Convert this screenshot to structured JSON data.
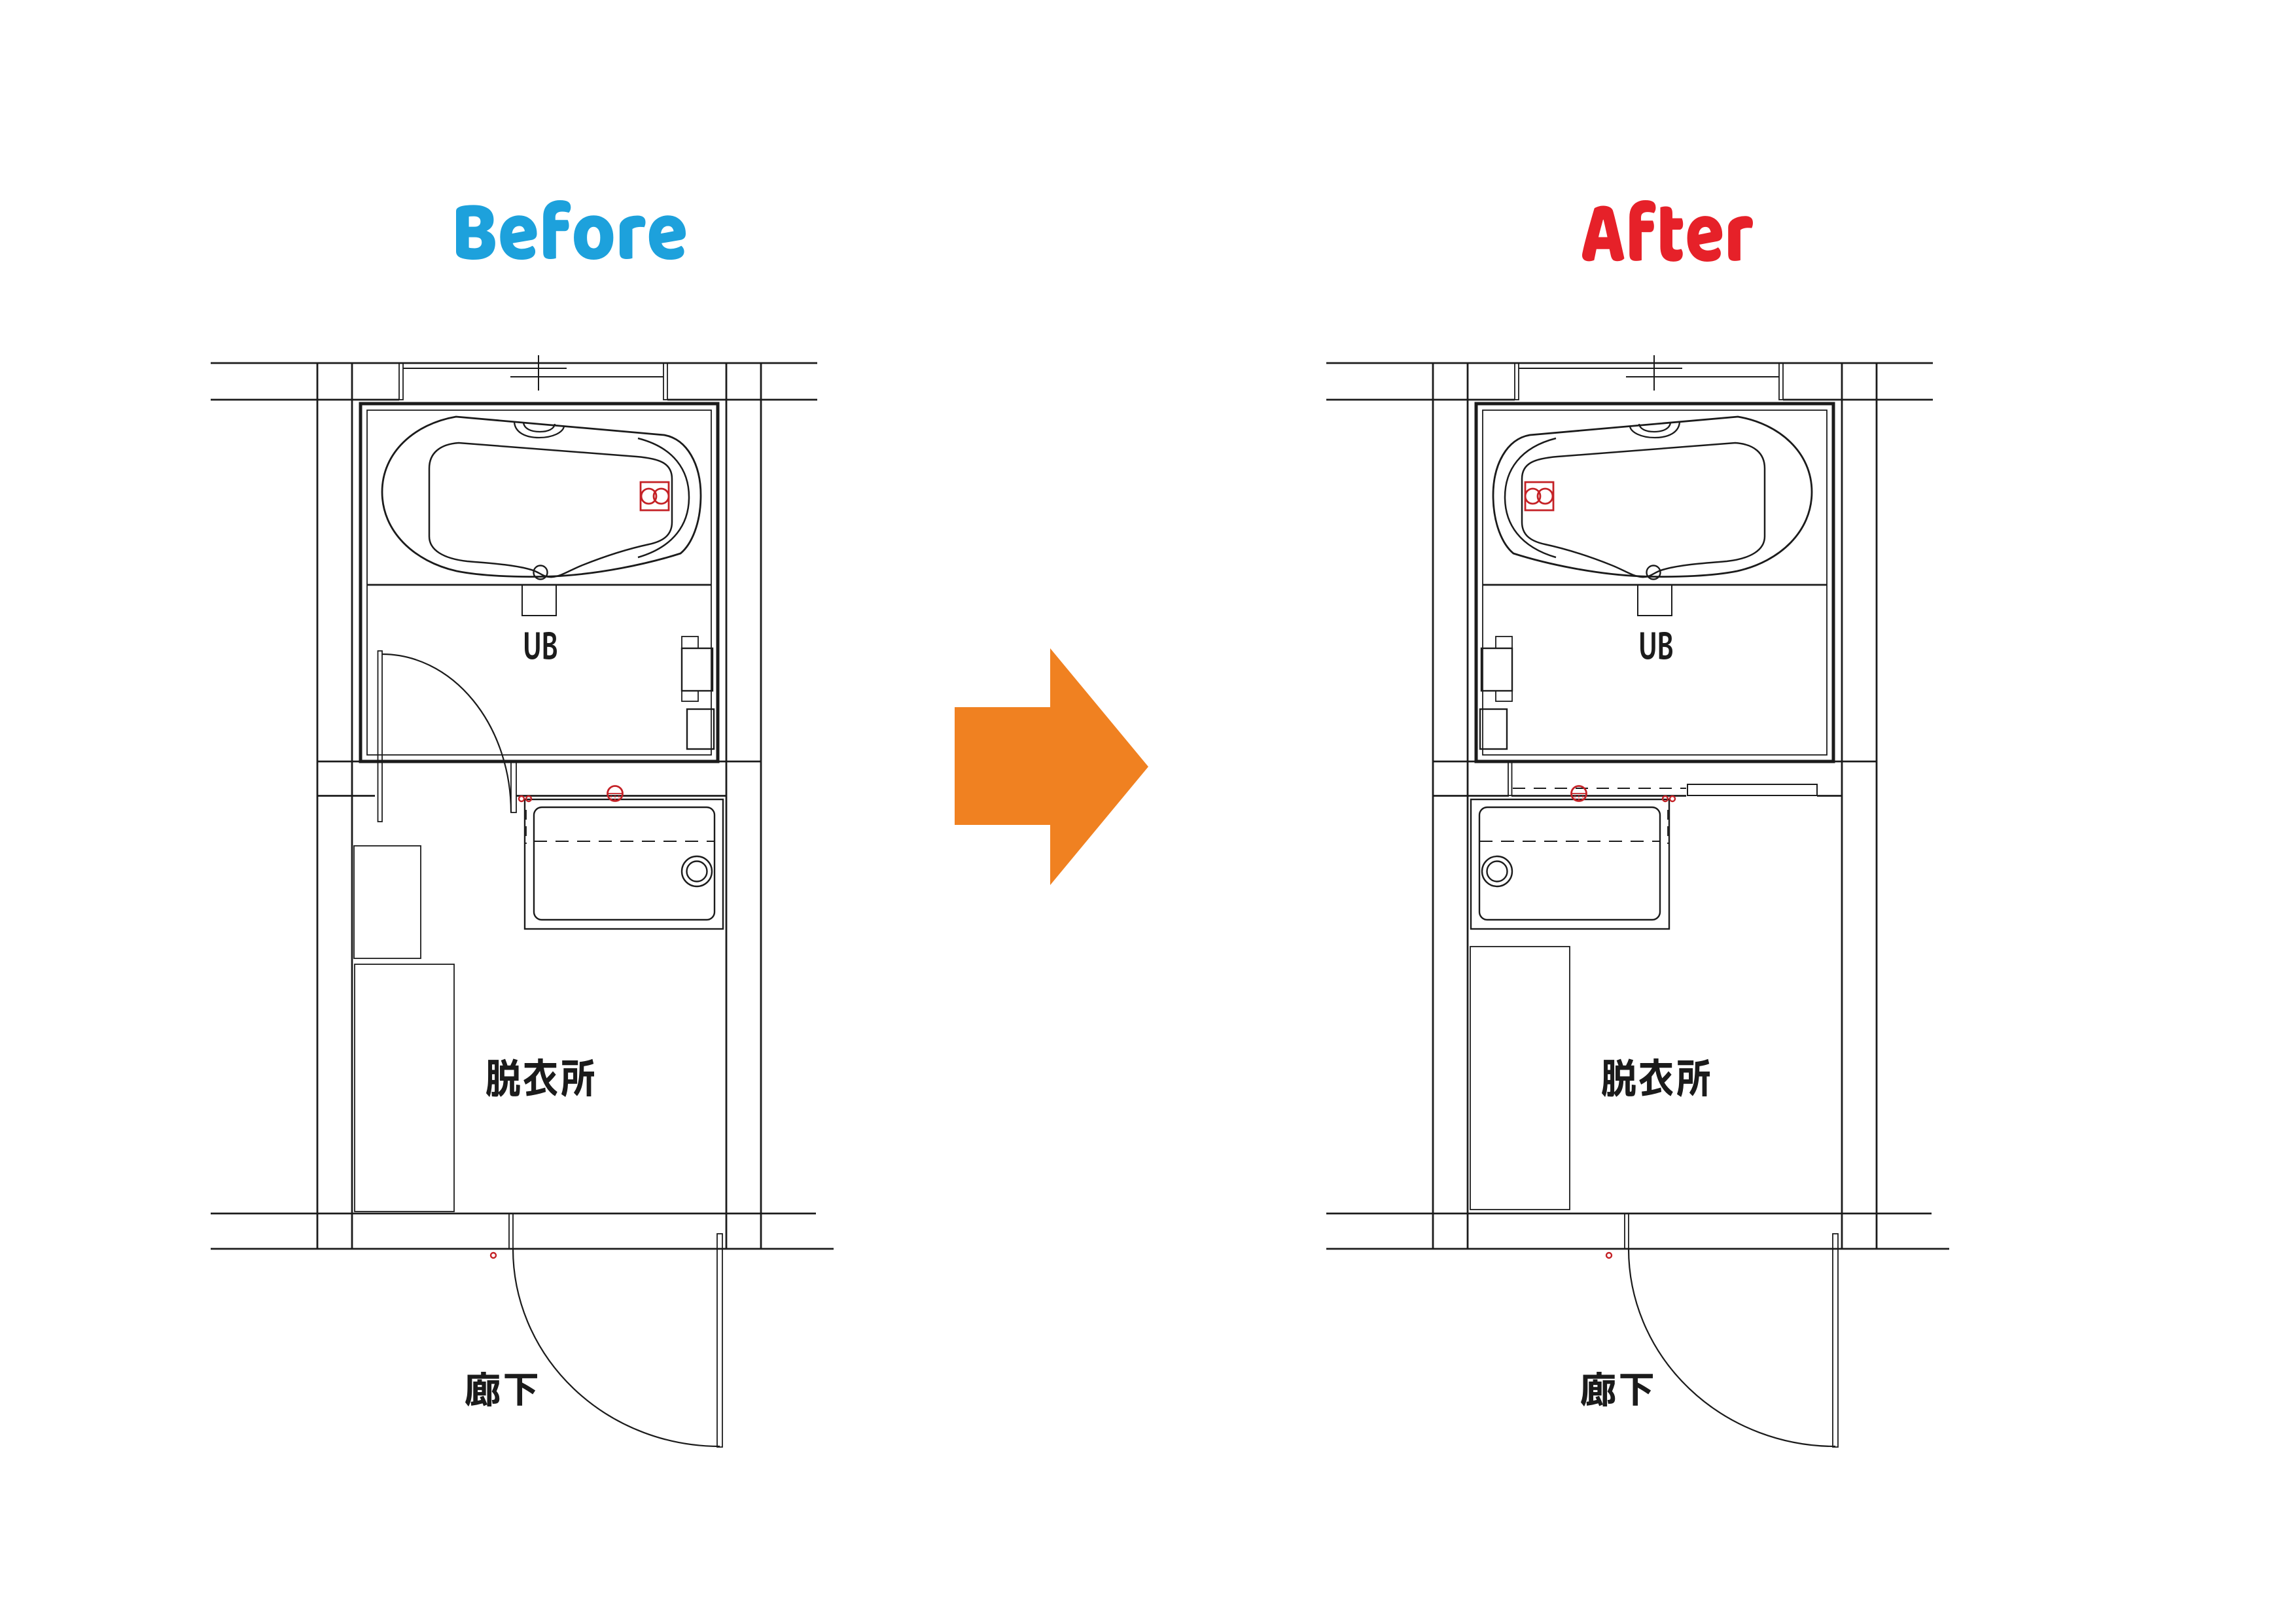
{
  "diagram": {
    "type": "before-after floor plan comparison",
    "subject": "bathroom (unit bath) renovation layout",
    "background": "#ffffff"
  },
  "colors": {
    "before_blue": "#1da1dc",
    "after_red": "#e62129",
    "marker_red": "#c42126",
    "arrow_orange": "#f08121",
    "text_black": "#1b1b1b",
    "line_black": "#1b1b1b"
  },
  "panels": [
    {
      "id": "before",
      "title": "Before",
      "labels": {
        "unit_bath": "UB",
        "dressing_room": "脱衣所",
        "corridor": "廊下"
      }
    },
    {
      "id": "after",
      "title": "After",
      "labels": {
        "unit_bath": "UB",
        "dressing_room": "脱衣所",
        "corridor": "廊下"
      }
    }
  ],
  "arrow": {
    "direction": "right",
    "color": "#f08121"
  }
}
